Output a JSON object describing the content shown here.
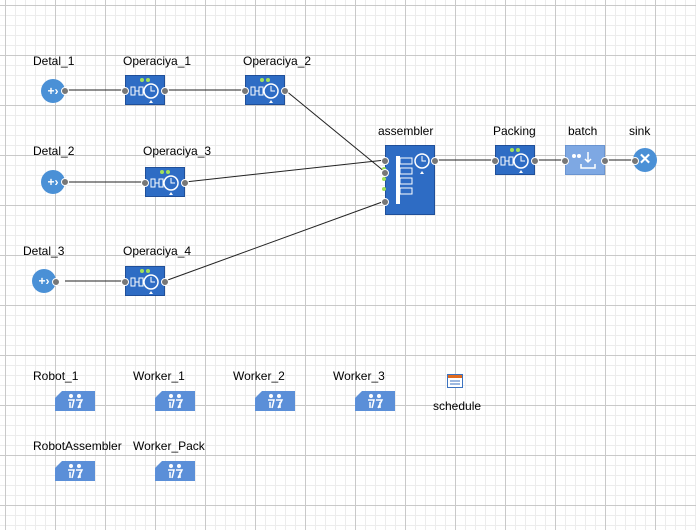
{
  "colors": {
    "block_fill": "#2e6cc4",
    "source_fill": "#4a90d6",
    "resource_fill": "#5b8fd8",
    "connector": "#222222",
    "grid": "#c9c9c9"
  },
  "flow": {
    "sources": [
      {
        "label": "Detal_1",
        "icon": "source-arrow-icon"
      },
      {
        "label": "Detal_2",
        "icon": "source-arrow-icon"
      },
      {
        "label": "Detal_3",
        "icon": "source-arrow-icon"
      }
    ],
    "services": [
      {
        "label": "Operaciya_1",
        "icon": "service-clock-icon"
      },
      {
        "label": "Operaciya_2",
        "icon": "service-clock-icon"
      },
      {
        "label": "Operaciya_3",
        "icon": "service-clock-icon"
      },
      {
        "label": "Operaciya_4",
        "icon": "service-clock-icon"
      },
      {
        "label": "Packing",
        "icon": "service-clock-icon"
      }
    ],
    "assembler": {
      "label": "assembler",
      "icon": "assembler-icon"
    },
    "batch": {
      "label": "batch",
      "icon": "batch-icon"
    },
    "sink": {
      "label": "sink",
      "icon": "sink-x-icon"
    }
  },
  "resources": [
    {
      "label": "Robot_1",
      "icon": "resource-pool-icon"
    },
    {
      "label": "Worker_1",
      "icon": "resource-pool-icon"
    },
    {
      "label": "Worker_2",
      "icon": "resource-pool-icon"
    },
    {
      "label": "Worker_3",
      "icon": "resource-pool-icon"
    },
    {
      "label": "RobotAssembler",
      "icon": "resource-pool-icon"
    },
    {
      "label": "Worker_Pack",
      "icon": "resource-pool-icon"
    }
  ],
  "schedule": {
    "label": "schedule",
    "icon": "schedule-icon"
  }
}
